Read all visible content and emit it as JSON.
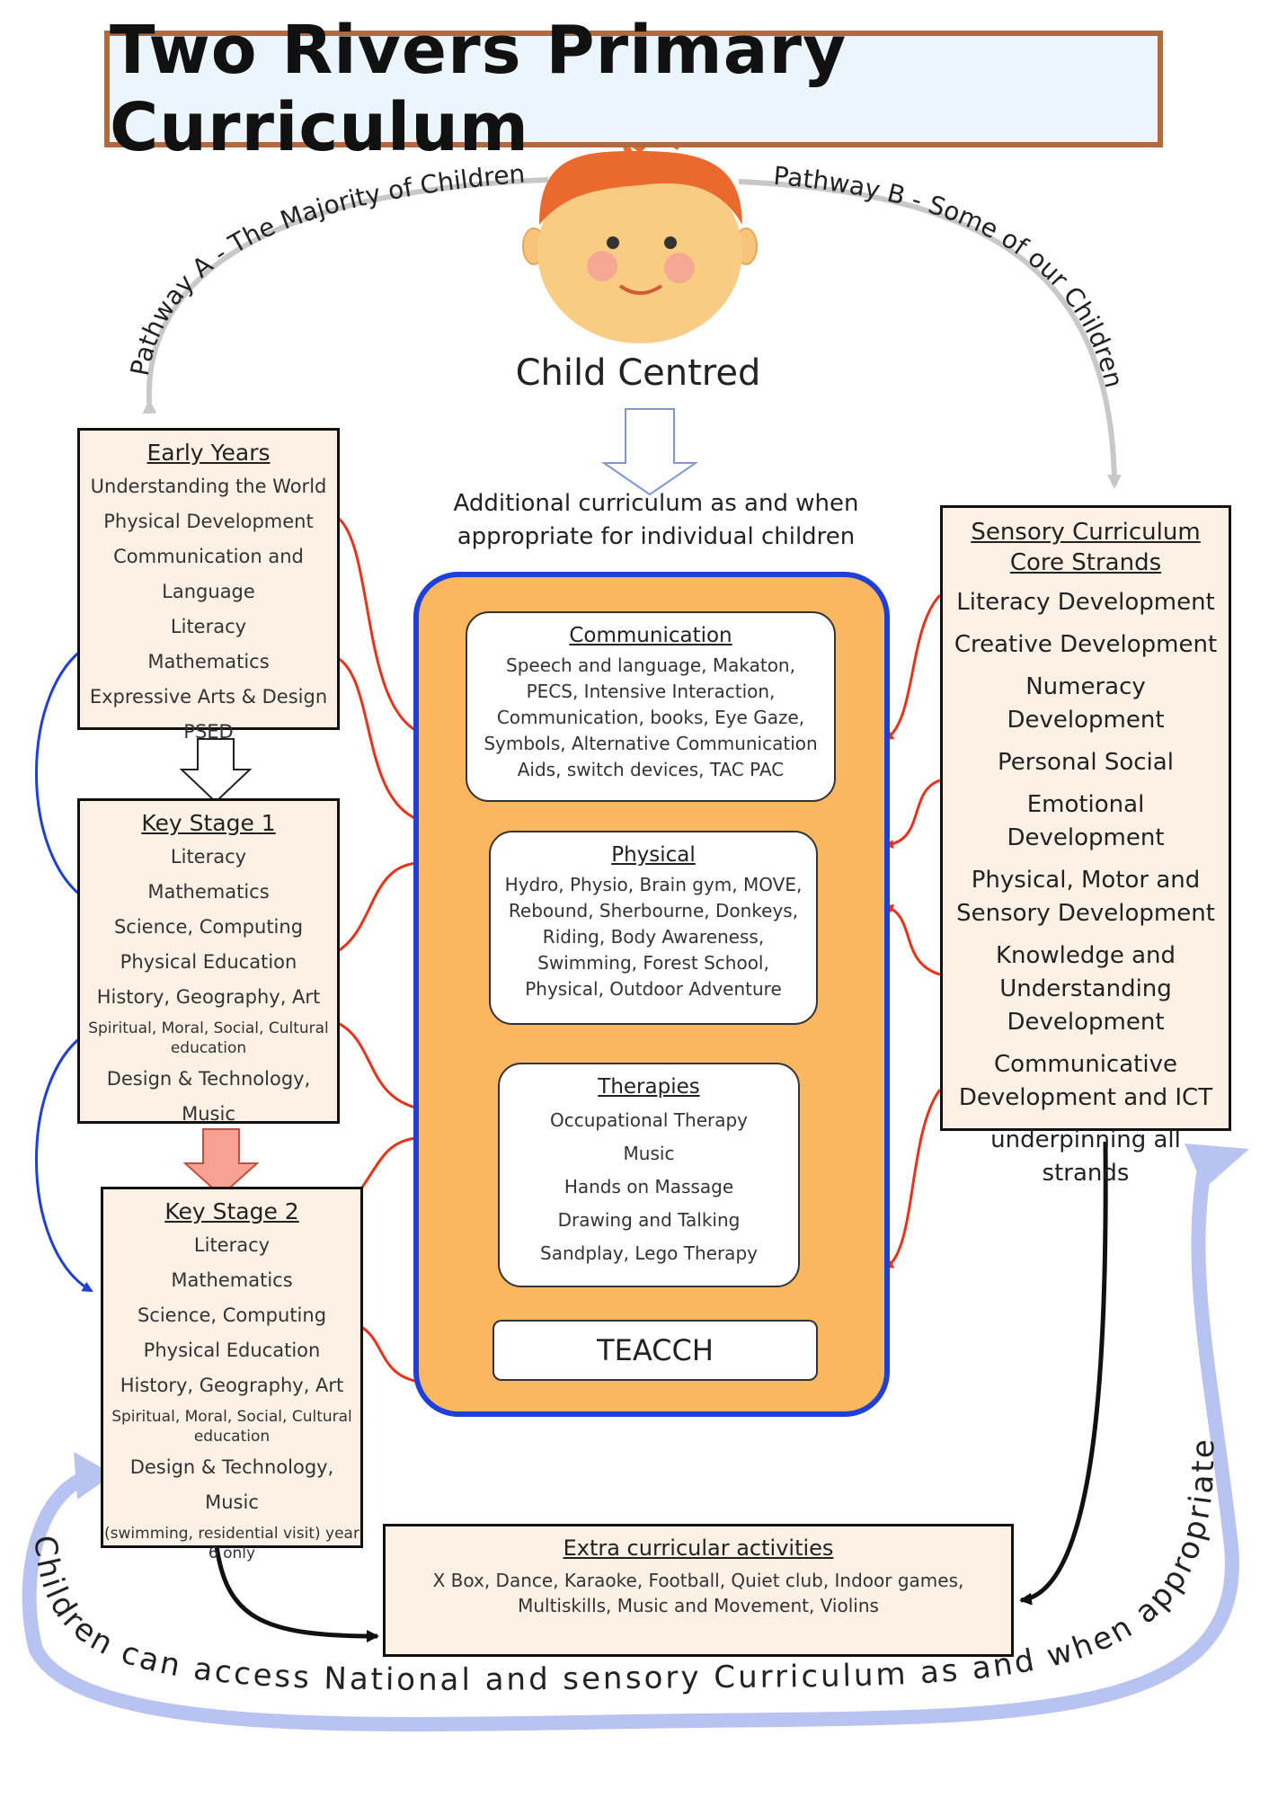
{
  "title": "Two Rivers Primary Curriculum",
  "pathway_a": "Pathway A - The Majority of Children",
  "pathway_b": "Pathway B - Some of our Children",
  "child_centred": "Child Centred",
  "additional_note": "Additional curriculum as and when appropriate for individual children",
  "early_years": {
    "heading": "Early Years",
    "items": [
      "Understanding the World",
      "Physical Development",
      "Communication and Language",
      "Literacy",
      "Mathematics",
      "Expressive Arts & Design",
      "PSED"
    ]
  },
  "key_stage_1": {
    "heading": "Key Stage 1",
    "items": [
      "Literacy",
      "Mathematics",
      "Science, Computing",
      "Physical Education",
      "History, Geography, Art",
      "Spiritual, Moral, Social, Cultural education",
      "Design & Technology, Music"
    ]
  },
  "key_stage_2": {
    "heading": "Key Stage 2",
    "items": [
      "Literacy",
      "Mathematics",
      "Science, Computing",
      "Physical Education",
      "History, Geography, Art",
      "Spiritual, Moral, Social, Cultural education",
      "Design & Technology, Music",
      "(swimming, residential visit) year 6 only"
    ]
  },
  "communication": {
    "heading": "Communication",
    "text": "Speech and language, Makaton, PECS, Intensive Interaction, Communication, books, Eye Gaze, Symbols, Alternative Communication Aids, switch devices, TAC PAC"
  },
  "physical": {
    "heading": "Physical",
    "text": "Hydro, Physio, Brain gym, MOVE, Rebound, Sherbourne, Donkeys, Riding, Body Awareness, Swimming, Forest School, Physical, Outdoor Adventure"
  },
  "therapies": {
    "heading": "Therapies",
    "items": [
      "Occupational Therapy",
      "Music",
      "Hands on Massage",
      "Drawing and Talking",
      "Sandplay, Lego Therapy"
    ]
  },
  "teacch": "TEACCH",
  "sensory": {
    "heading": "Sensory Curriculum",
    "subheading": "Core Strands",
    "items": [
      "Literacy Development",
      "Creative Development",
      "Numeracy Development",
      "Personal Social",
      "Emotional Development",
      "Physical, Motor and Sensory Development",
      "Knowledge and Understanding Development",
      "Communicative Development and ICT",
      "underpinning all strands"
    ]
  },
  "extra_curricular": {
    "heading": "Extra curricular activities",
    "text": "X Box, Dance, Karaoke, Football, Quiet club, Indoor games, Multiskills, Music and Movement, Violins"
  },
  "bottom_loop": "Children can access National and sensory Curriculum as and when appropriate",
  "colors": {
    "title_border": "#b06a3c",
    "title_bg": "#eaf6fb",
    "box_bg": "#fdf1e6",
    "center_fill": "#fbb760",
    "center_border": "#1e3fd8",
    "red_arrow": "#e8321a",
    "blue_arrow": "#1e3fd8",
    "loop_blue": "#b9c3f2",
    "ks_arrow": "#f7a194"
  }
}
